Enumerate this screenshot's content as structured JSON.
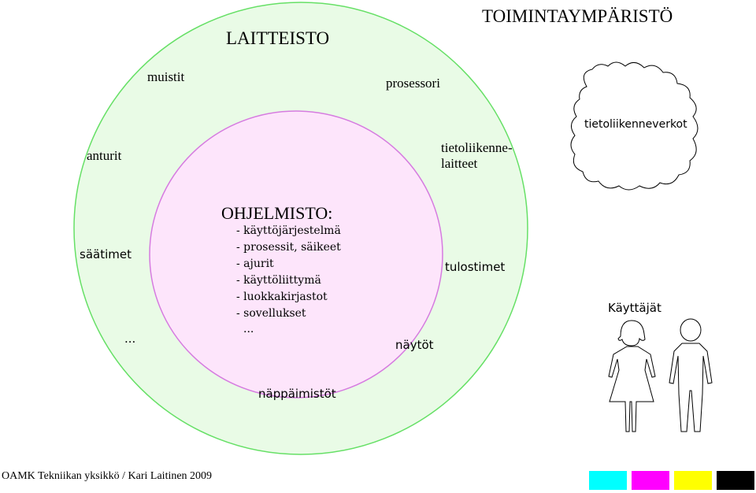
{
  "title": "TOIMINTAYMPÄRISTÖ",
  "hardware": {
    "heading": "LAITTEISTO",
    "items": {
      "muistit": "muistit",
      "prosessori": "prosessori",
      "anturit": "anturit",
      "tietoliikenne_1": "tietoliikenne-",
      "tietoliikenne_2": "laitteet",
      "saatimet": "säätimet",
      "tulostimet": "tulostimet",
      "ellipsis": "...",
      "naytot": "näytöt",
      "nappaimistot": "näppäimistöt"
    }
  },
  "software": {
    "heading": "OHJELMISTO:",
    "items": [
      "- käyttöjärjestelmä",
      "- prosessit, säikeet",
      "- ajurit",
      "- käyttöliittymä",
      "- luokkakirjastot",
      "- sovellukset"
    ],
    "ellipsis": "..."
  },
  "network_label": "tietoliikenneverkot",
  "users_label": "Käyttäjät",
  "footer": "OAMK Tekniikan yksikkö / Kari Laitinen 2009",
  "colors": {
    "outer_fill": "#e9fbe6",
    "outer_stroke": "#66e066",
    "inner_fill": "#fde5fb",
    "inner_stroke": "#d67be0",
    "swatches": [
      "#00ffff",
      "#ff00ff",
      "#ffff00",
      "#000000"
    ]
  }
}
